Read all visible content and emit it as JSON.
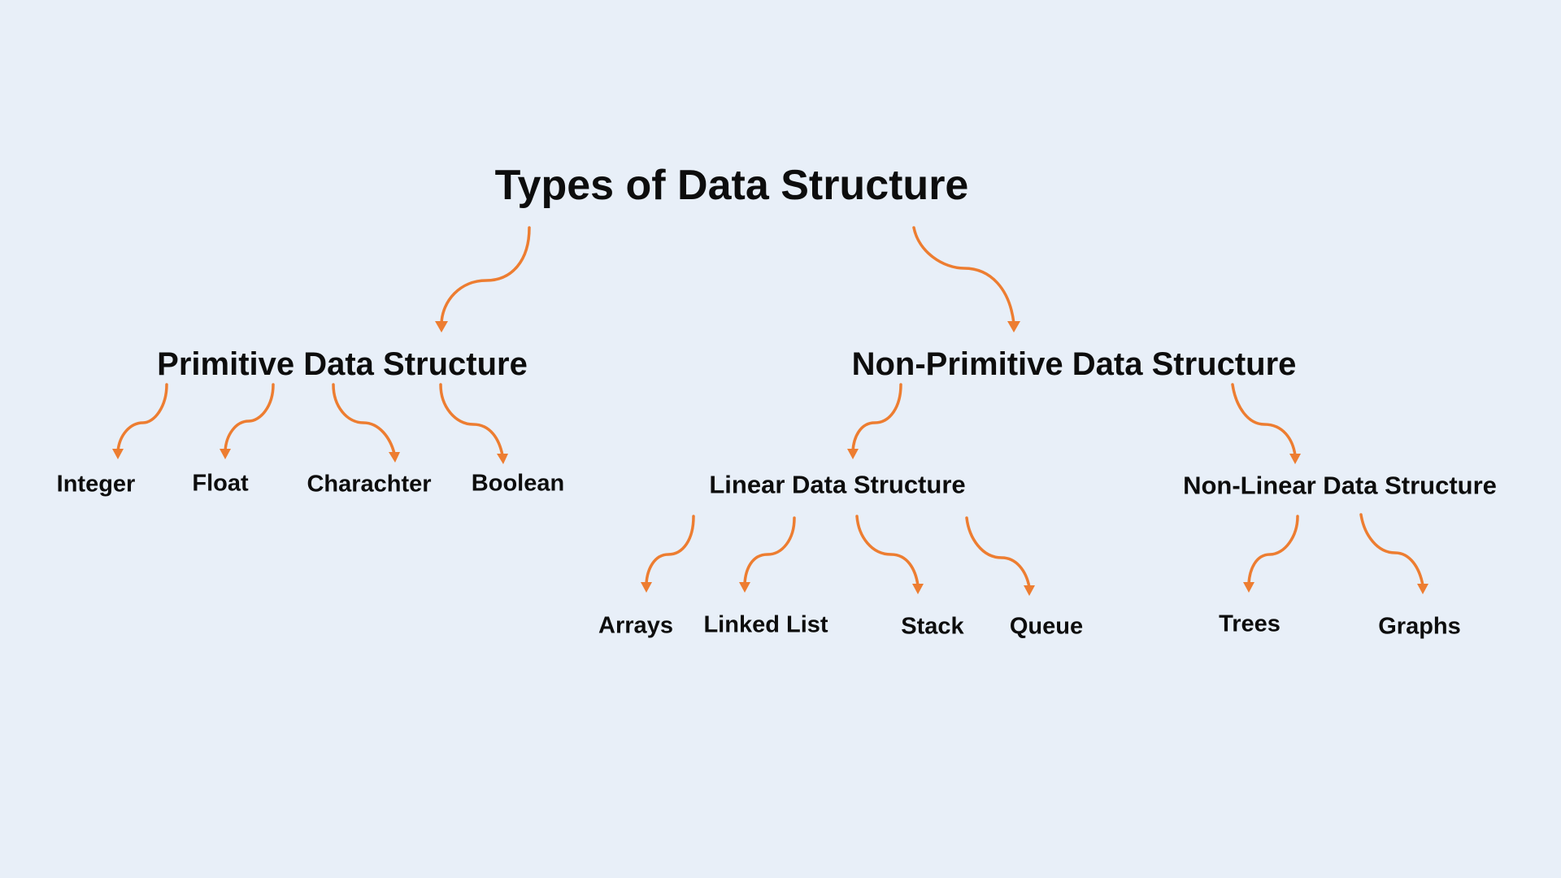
{
  "diagram": {
    "title": "Types of Data Structure",
    "primitive": {
      "label": "Primitive Data Structure",
      "children": [
        "Integer",
        "Float",
        "Charachter",
        "Boolean"
      ]
    },
    "non_primitive": {
      "label": "Non-Primitive Data Structure",
      "linear": {
        "label": "Linear Data Structure",
        "children": [
          "Arrays",
          "Linked List",
          "Stack",
          "Queue"
        ]
      },
      "non_linear": {
        "label": "Non-Linear Data Structure",
        "children": [
          "Trees",
          "Graphs"
        ]
      }
    }
  },
  "colors": {
    "background": "#e8eff8",
    "arrow": "#ed7d31",
    "text": "#0d0d0d"
  }
}
